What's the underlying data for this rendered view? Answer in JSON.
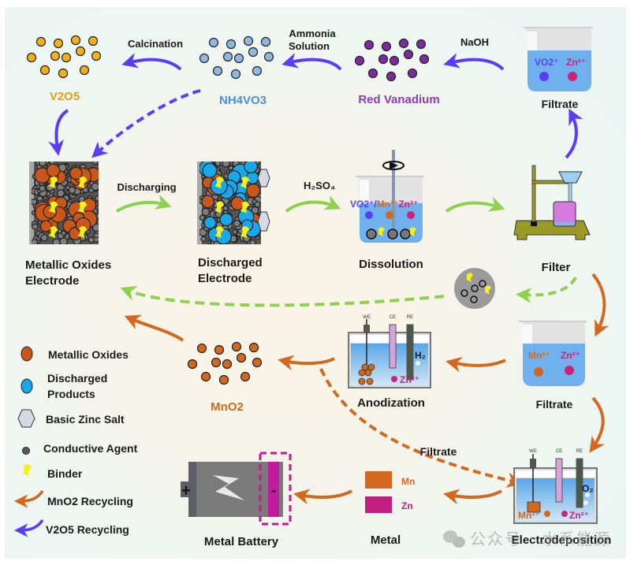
{
  "title": "Recycling process of metallic oxides electrode",
  "colors": {
    "v2o5_arrow": "#5b3df5",
    "mno2_arrow": "#d2691e",
    "green_arrow": "#8fd14f",
    "v2o5_particle": "#f2b01e",
    "nh4vo3_particle": "#8fb8e0",
    "red_vanadium_particle": "#7a2d9c",
    "mno2_particle": "#d2691e",
    "metallic_oxide": "#c9561a",
    "discharged_product": "#1aa7e8",
    "basic_zinc_salt": "#d6d9e4",
    "conductive_agent": "#6a6a6a",
    "binder": "#f5ef1a",
    "vo2_ion": "#5b3df5",
    "mn_ion": "#d2691e",
    "zn_ion": "#cc2277",
    "battery_anode": "#c21aa0"
  },
  "top_row": {
    "v2o5": {
      "label": "V2O5"
    },
    "calcination": {
      "label": "Calcination"
    },
    "nh4vo3": {
      "label": "NH4VO3"
    },
    "ammonia": {
      "line1": "Ammonia",
      "line2": "Solution"
    },
    "red_vanadium": {
      "label": "Red Vanadium"
    },
    "naoh": {
      "label": "NaOH"
    },
    "filtrate_top": {
      "label": "Filtrate",
      "ion1": "VO2⁺",
      "ion2": "Zn²⁺"
    }
  },
  "middle_row": {
    "electrode": {
      "line1": "Metallic Oxides",
      "line2": "Electrode"
    },
    "discharging": {
      "label": "Discharging"
    },
    "discharged": {
      "line1": "Discharged",
      "line2": "Electrode"
    },
    "h2so4": {
      "label": "H₂SO₄"
    },
    "dissolution": {
      "label": "Dissolution",
      "ions": "VO2⁺/Mn²⁺Zn²⁺"
    },
    "filter": {
      "label": "Filter"
    }
  },
  "lower_row": {
    "mno2": {
      "label": "MnO2"
    },
    "anodization": {
      "label": "Anodization",
      "gas": "H₂",
      "ion": "Zn²⁺",
      "electrodes": [
        "WE",
        "CE",
        "RE"
      ]
    },
    "filtrate_mid": {
      "label": "Filtrate",
      "ion1": "Mn²⁺",
      "ion2": "Zn²⁺"
    },
    "filtrate_dashed": {
      "label": "Filtrate"
    },
    "battery": {
      "label": "Metal Battery",
      "plus": "+",
      "minus": "-"
    },
    "metal": {
      "label": "Metal",
      "mn": "Mn",
      "zn": "Zn"
    },
    "electrodeposition": {
      "label": "Electrodeposition",
      "gas": "O₂",
      "ion1": "Mn²⁺",
      "ion2": "Zn²⁺",
      "electrodes": [
        "WE",
        "CE",
        "RE"
      ]
    }
  },
  "legend": [
    {
      "icon": "metallic-oxide-icon",
      "label": "Metallic Oxides"
    },
    {
      "icon": "discharged-product-icon",
      "label": "Discharged",
      "label2": "Products"
    },
    {
      "icon": "basic-zinc-salt-icon",
      "label": "Basic Zinc Salt"
    },
    {
      "icon": "conductive-agent-icon",
      "label": "Conductive Agent"
    },
    {
      "icon": "binder-icon",
      "label": "Binder"
    },
    {
      "icon": "mno2-arrow-icon",
      "label": "MnO2 Recycling"
    },
    {
      "icon": "v2o5-arrow-icon",
      "label": "V2O5 Recycling"
    }
  ],
  "watermark": "公众号 · 水系能源"
}
